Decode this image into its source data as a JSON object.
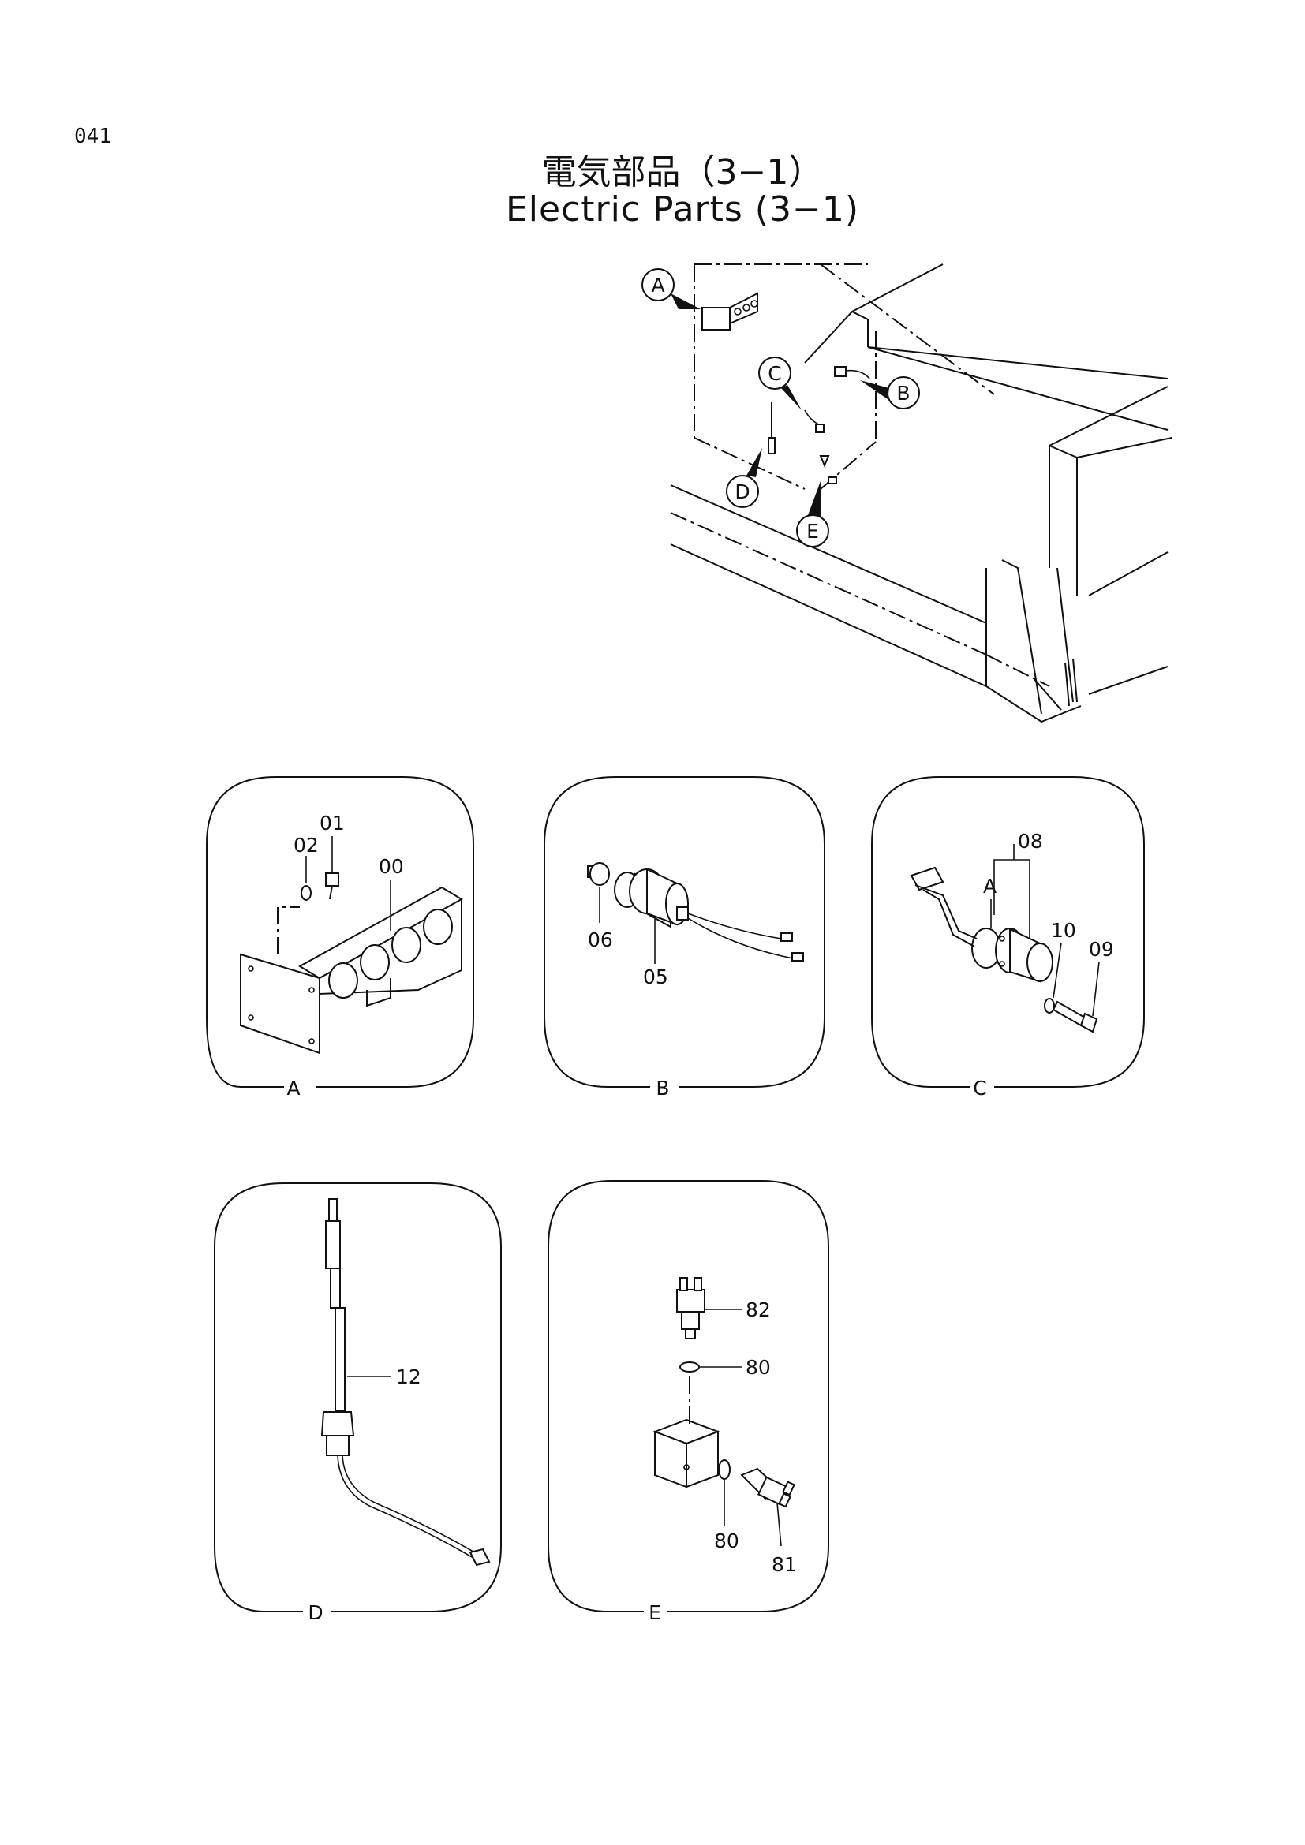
{
  "page_number": "041",
  "title_jp": "電気部品（3−1）",
  "title_en": "Electric Parts (3−1)",
  "overview_callouts": [
    "A",
    "B",
    "C",
    "D",
    "E"
  ],
  "panels": {
    "A": {
      "label": "A",
      "parts": [
        "01",
        "02",
        "00"
      ]
    },
    "B": {
      "label": "B",
      "parts": [
        "06",
        "05"
      ]
    },
    "C": {
      "label": "C",
      "parts": [
        "08",
        "A",
        "10",
        "09"
      ]
    },
    "D": {
      "label": "D",
      "parts": [
        "12"
      ]
    },
    "E": {
      "label": "E",
      "parts": [
        "82",
        "80",
        "80",
        "81"
      ]
    }
  }
}
